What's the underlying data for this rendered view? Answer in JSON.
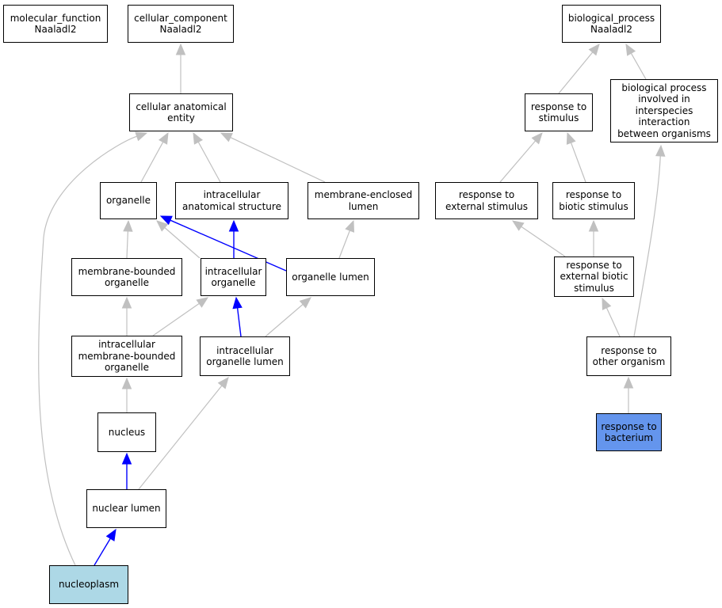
{
  "nodes": {
    "molecular_function": {
      "label": "molecular_function\nNaaladl2",
      "fill": "#ffffff"
    },
    "cellular_component": {
      "label": "cellular_component\nNaaladl2",
      "fill": "#ffffff"
    },
    "biological_process": {
      "label": "biological_process\nNaaladl2",
      "fill": "#ffffff"
    },
    "cellular_anatomical_entity": {
      "label": "cellular anatomical\nentity",
      "fill": "#ffffff"
    },
    "response_to_stimulus": {
      "label": "response to\nstimulus",
      "fill": "#ffffff"
    },
    "bp_interspecies": {
      "label": "biological process\ninvolved in\ninterspecies\ninteraction\nbetween organisms",
      "fill": "#ffffff"
    },
    "organelle": {
      "label": "organelle",
      "fill": "#ffffff"
    },
    "intracellular_anatomical_structure": {
      "label": "intracellular\nanatomical structure",
      "fill": "#ffffff"
    },
    "membrane_enclosed_lumen": {
      "label": "membrane-enclosed\nlumen",
      "fill": "#ffffff"
    },
    "response_to_external_stimulus": {
      "label": "response to\nexternal stimulus",
      "fill": "#ffffff"
    },
    "response_to_biotic_stimulus": {
      "label": "response to\nbiotic stimulus",
      "fill": "#ffffff"
    },
    "membrane_bounded_organelle": {
      "label": "membrane-bounded\norganelle",
      "fill": "#ffffff"
    },
    "intracellular_organelle": {
      "label": "intracellular\norganelle",
      "fill": "#ffffff"
    },
    "organelle_lumen": {
      "label": "organelle lumen",
      "fill": "#ffffff"
    },
    "response_to_external_biotic_stimulus": {
      "label": "response to\nexternal biotic\nstimulus",
      "fill": "#ffffff"
    },
    "intracellular_membrane_bounded_organelle": {
      "label": "intracellular\nmembrane-bounded\norganelle",
      "fill": "#ffffff"
    },
    "intracellular_organelle_lumen": {
      "label": "intracellular\norganelle lumen",
      "fill": "#ffffff"
    },
    "response_to_other_organism": {
      "label": "response to\nother organism",
      "fill": "#ffffff"
    },
    "nucleus": {
      "label": "nucleus",
      "fill": "#ffffff"
    },
    "response_to_bacterium": {
      "label": "response to\nbacterium",
      "fill": "#6495ed"
    },
    "nuclear_lumen": {
      "label": "nuclear lumen",
      "fill": "#ffffff"
    },
    "nucleoplasm": {
      "label": "nucleoplasm",
      "fill": "#add8e6"
    }
  },
  "edges": [
    {
      "from": "cellular_anatomical_entity",
      "to": "cellular_component",
      "color": "gray"
    },
    {
      "from": "organelle",
      "to": "cellular_anatomical_entity",
      "color": "gray"
    },
    {
      "from": "intracellular_anatomical_structure",
      "to": "cellular_anatomical_entity",
      "color": "gray"
    },
    {
      "from": "membrane_enclosed_lumen",
      "to": "cellular_anatomical_entity",
      "color": "gray"
    },
    {
      "from": "nucleoplasm",
      "to": "cellular_anatomical_entity",
      "color": "gray"
    },
    {
      "from": "membrane_bounded_organelle",
      "to": "organelle",
      "color": "gray"
    },
    {
      "from": "intracellular_organelle",
      "to": "organelle",
      "color": "gray"
    },
    {
      "from": "organelle_lumen",
      "to": "organelle",
      "color": "blue"
    },
    {
      "from": "intracellular_organelle",
      "to": "intracellular_anatomical_structure",
      "color": "blue"
    },
    {
      "from": "organelle_lumen",
      "to": "membrane_enclosed_lumen",
      "color": "gray"
    },
    {
      "from": "intracellular_membrane_bounded_organelle",
      "to": "membrane_bounded_organelle",
      "color": "gray"
    },
    {
      "from": "intracellular_membrane_bounded_organelle",
      "to": "intracellular_organelle",
      "color": "gray"
    },
    {
      "from": "intracellular_organelle_lumen",
      "to": "intracellular_organelle",
      "color": "blue"
    },
    {
      "from": "intracellular_organelle_lumen",
      "to": "organelle_lumen",
      "color": "gray"
    },
    {
      "from": "nucleus",
      "to": "intracellular_membrane_bounded_organelle",
      "color": "gray"
    },
    {
      "from": "nuclear_lumen",
      "to": "nucleus",
      "color": "blue"
    },
    {
      "from": "nuclear_lumen",
      "to": "intracellular_organelle_lumen",
      "color": "gray"
    },
    {
      "from": "nucleoplasm",
      "to": "nuclear_lumen",
      "color": "blue"
    },
    {
      "from": "response_to_stimulus",
      "to": "biological_process",
      "color": "gray"
    },
    {
      "from": "bp_interspecies",
      "to": "biological_process",
      "color": "gray"
    },
    {
      "from": "response_to_external_stimulus",
      "to": "response_to_stimulus",
      "color": "gray"
    },
    {
      "from": "response_to_biotic_stimulus",
      "to": "response_to_stimulus",
      "color": "gray"
    },
    {
      "from": "response_to_external_biotic_stimulus",
      "to": "response_to_external_stimulus",
      "color": "gray"
    },
    {
      "from": "response_to_external_biotic_stimulus",
      "to": "response_to_biotic_stimulus",
      "color": "gray"
    },
    {
      "from": "response_to_other_organism",
      "to": "response_to_external_biotic_stimulus",
      "color": "gray"
    },
    {
      "from": "response_to_other_organism",
      "to": "bp_interspecies",
      "color": "gray"
    },
    {
      "from": "response_to_bacterium",
      "to": "response_to_other_organism",
      "color": "gray"
    }
  ],
  "edge_colors": {
    "gray": "#c0c0c0",
    "blue": "#0000ff"
  }
}
